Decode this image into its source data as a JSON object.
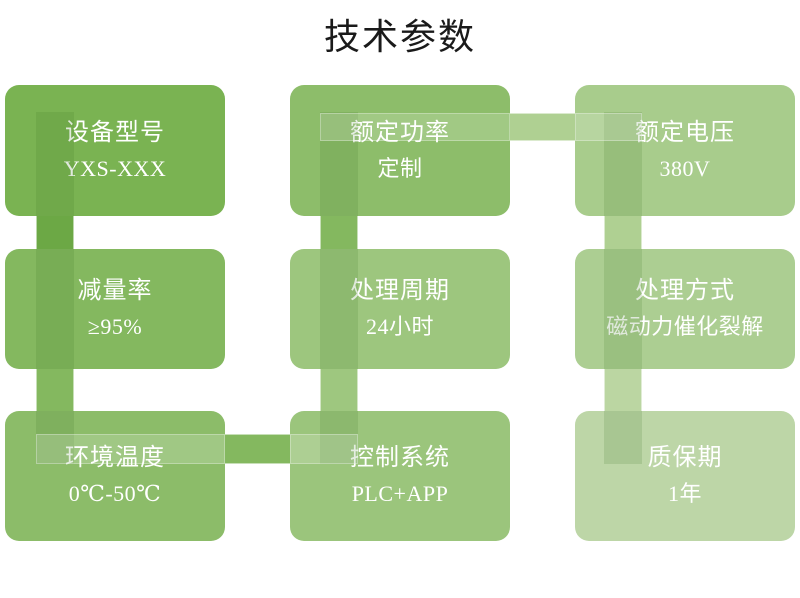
{
  "page": {
    "title": "技术参数",
    "background_color": "#ffffff",
    "title_color": "#1a1a1a"
  },
  "diagram": {
    "type": "grid-matrix",
    "rows": 3,
    "columns": 3,
    "palette": {
      "darkest": "#7AB352",
      "mid": "#9DC67E",
      "lightest": "#BDD6A7",
      "connector_dark": "#6CA845",
      "connector_light": "#BBD6A2",
      "text": "#ffffff"
    },
    "cards": [
      {
        "id": "device-model",
        "title": "设备型号",
        "value": "YXS-XXX",
        "color": "#7AB352"
      },
      {
        "id": "rated-power",
        "title": "额定功率",
        "value": "定制",
        "color": "#8DBD6A"
      },
      {
        "id": "rated-voltage",
        "title": "额定电压",
        "value": "380V",
        "color": "#A8CC8C"
      },
      {
        "id": "reduction-rate",
        "title": "减量率",
        "value": "≥95%",
        "color": "#84B85F"
      },
      {
        "id": "treatment-cycle",
        "title": "处理周期",
        "value": "24小时",
        "color": "#9DC67E"
      },
      {
        "id": "treatment-method",
        "title": "处理方式",
        "value": "磁动力催化裂解",
        "color": "#ACCE92"
      },
      {
        "id": "ambient-temp",
        "title": "环境温度",
        "value": "0℃-50℃",
        "color": "#8CBC69"
      },
      {
        "id": "control-system",
        "title": "控制系统",
        "value": "PLC+APP",
        "color": "#9BC57C"
      },
      {
        "id": "warranty-period",
        "title": "质保期",
        "value": "1年",
        "color": "#BDD6A7"
      }
    ]
  }
}
